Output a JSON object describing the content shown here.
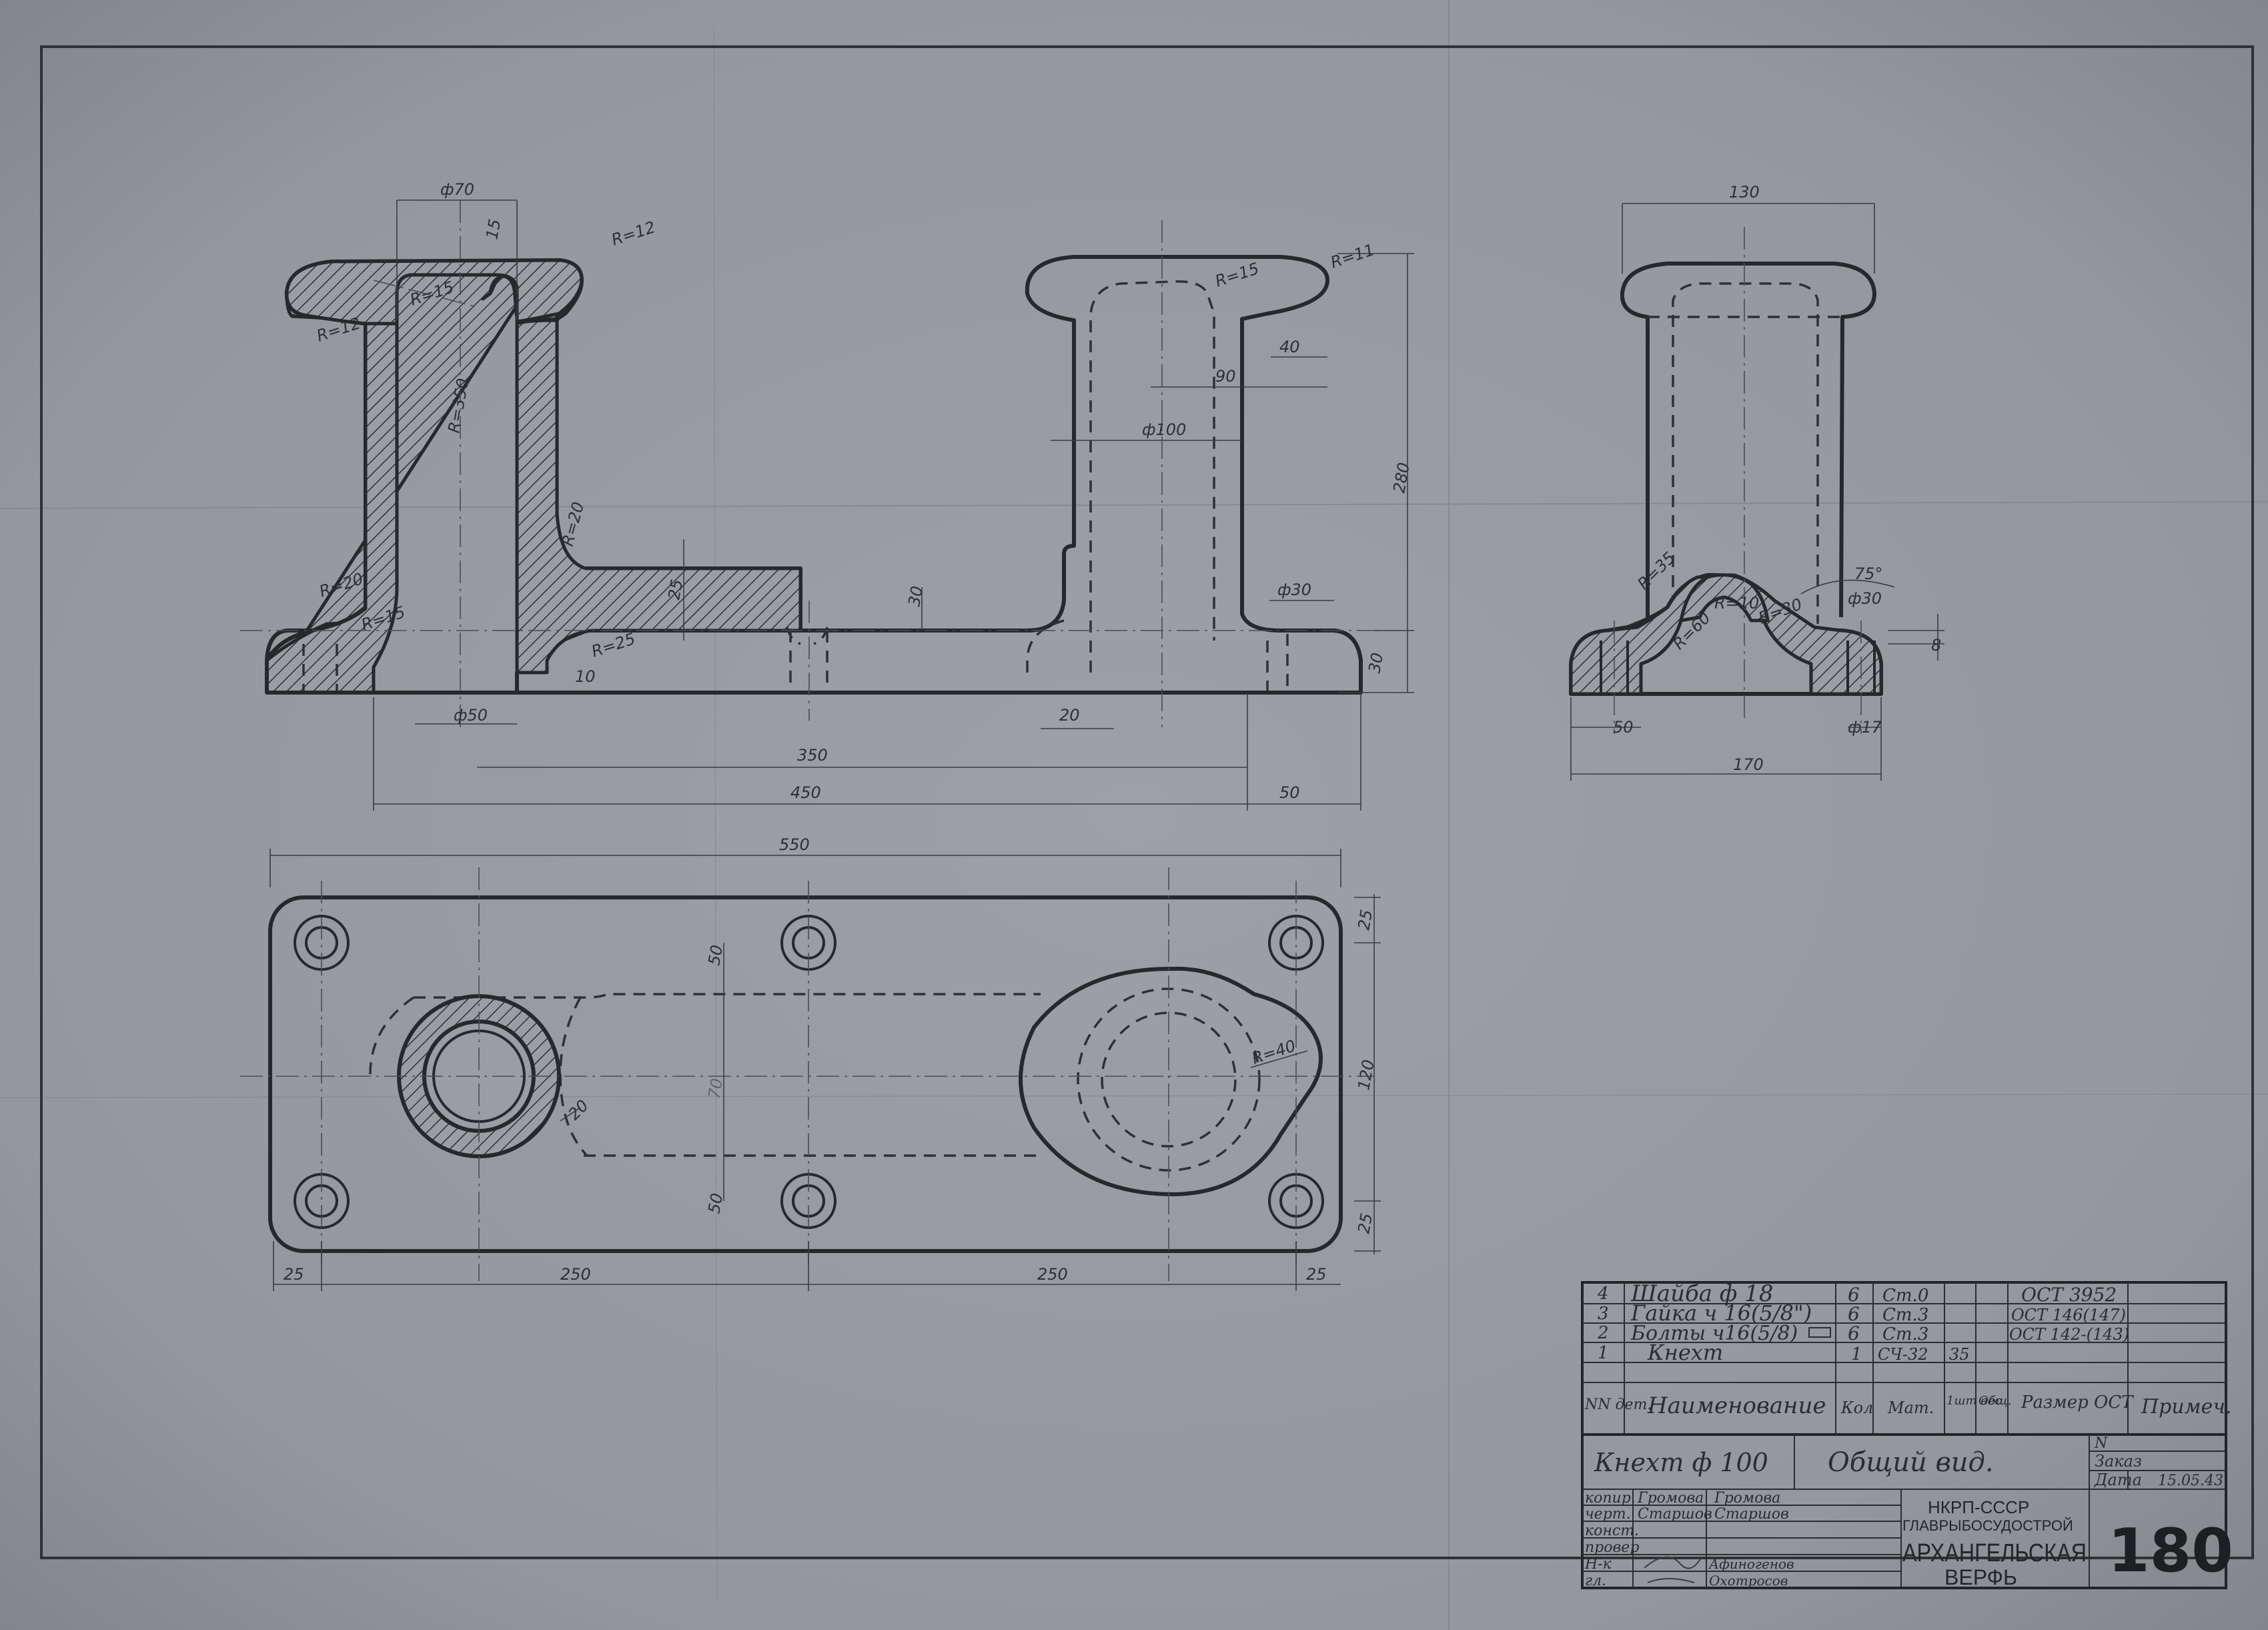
{
  "dimensions": {
    "front": [
      "ф70",
      "15",
      "R=12",
      "R=15",
      "R=12",
      "R=350",
      "R=20",
      "R=20",
      "R=15",
      "R=25",
      "25",
      "30",
      "10",
      "ф50",
      "R=15",
      "R=11",
      "40",
      "90",
      "ф100",
      "280",
      "ф30",
      "30",
      "20",
      "350",
      "450",
      "50"
    ],
    "side": [
      "130",
      "R=35",
      "R=10",
      "R=30",
      "R=60",
      "75°",
      "ф30",
      "8",
      "50",
      "ф17",
      "170"
    ],
    "plan": [
      "550",
      "50",
      "50",
      "70",
      "R=40",
      "20",
      "120",
      "25",
      "25",
      "25",
      "250",
      "250",
      "25"
    ]
  },
  "parts_list": {
    "rows": [
      {
        "no": "4",
        "name": "Шайба ф 18",
        "qty": "6",
        "material": "Ст.0",
        "weight": "",
        "standard": "ОСТ 3952"
      },
      {
        "no": "3",
        "name": "Гайка ч 16(5/8\")",
        "qty": "6",
        "material": "Ст.3",
        "weight": "",
        "standard": "ОСТ 146(147)"
      },
      {
        "no": "2",
        "name": "Болты ч16(5/8)",
        "qty": "6",
        "material": "Ст.3",
        "weight": "",
        "standard": "ОСТ 142-(143)"
      },
      {
        "no": "1",
        "name": "Кнехт",
        "qty": "1",
        "material": "СЧ-32",
        "weight": "35",
        "standard": ""
      }
    ],
    "header": {
      "no": "NN дет.",
      "name": "Наименование",
      "qty": "Кол",
      "material": "Мат.",
      "weight_1": "1шт вес",
      "weight_2": "Общ.",
      "standard": "Размер ОСТ",
      "note": "Примеч."
    }
  },
  "title_block": {
    "object": "Кнехт ф 100",
    "view": "Общий вид.",
    "order_label": "Заказ",
    "order_no": "N",
    "date_label": "Дата",
    "date": "15.05.43",
    "roles": [
      "копир.",
      "черт.",
      "конст.",
      "провер",
      "Н-к",
      "гл."
    ],
    "people_left": [
      "Громова",
      "Старшов"
    ],
    "people_right": [
      "Громова",
      "Старшов",
      "Афиногенов",
      "Охотросов"
    ],
    "org_1": "НКРП-СССР",
    "org_2": "ГЛАВРЫБОСУДОСТРОЙ",
    "org_3": "АРХАНГЕЛЬСКАЯ",
    "org_4": "ВЕРФЬ",
    "sheet_no": "180"
  }
}
